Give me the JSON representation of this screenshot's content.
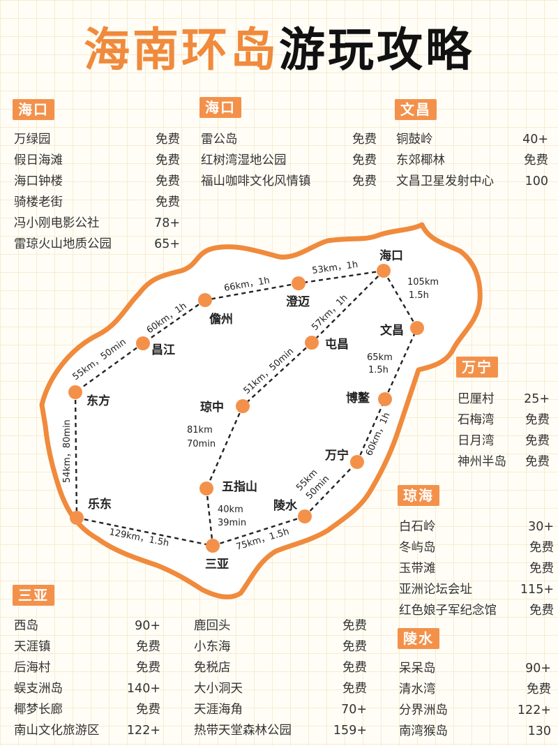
{
  "title": {
    "part1": "海南环岛",
    "part2": "游玩攻略"
  },
  "colors": {
    "accent": "#f3914b",
    "route": "#222222",
    "island_border": "#f08a3c"
  },
  "lists": {
    "haikou1": {
      "tag": "海口",
      "items": [
        {
          "name": "万绿园",
          "price": "免费"
        },
        {
          "name": "假日海滩",
          "price": "免费"
        },
        {
          "name": "海口钟楼",
          "price": "免费"
        },
        {
          "name": "骑楼老街",
          "price": "免费"
        },
        {
          "name": "冯小刚电影公社",
          "price": "78+"
        },
        {
          "name": "雷琼火山地质公园",
          "price": "65+"
        }
      ]
    },
    "haikou2": {
      "tag": "海口",
      "items": [
        {
          "name": "雷公岛",
          "price": "免费"
        },
        {
          "name": "红树湾湿地公园",
          "price": "免费"
        },
        {
          "name": "福山咖啡文化风情镇",
          "price": "免费"
        }
      ]
    },
    "wenchang": {
      "tag": "文昌",
      "items": [
        {
          "name": "铜鼓岭",
          "price": "40+"
        },
        {
          "name": "东郊椰林",
          "price": "免费"
        },
        {
          "name": "文昌卫星发射中心",
          "price": "100"
        }
      ]
    },
    "wanning": {
      "tag": "万宁",
      "items": [
        {
          "name": "巴厘村",
          "price": "25+"
        },
        {
          "name": "石梅湾",
          "price": "免费"
        },
        {
          "name": "日月湾",
          "price": "免费"
        },
        {
          "name": "神州半岛",
          "price": "免费"
        }
      ]
    },
    "qionghai": {
      "tag": "琼海",
      "items": [
        {
          "name": "白石岭",
          "price": "30+"
        },
        {
          "name": "冬屿岛",
          "price": "免费"
        },
        {
          "name": "玉带滩",
          "price": "免费"
        },
        {
          "name": "亚洲论坛会址",
          "price": "115+"
        },
        {
          "name": "红色娘子军纪念馆",
          "price": "免费"
        }
      ]
    },
    "lingshui": {
      "tag": "陵水",
      "items": [
        {
          "name": "呆呆岛",
          "price": "90+"
        },
        {
          "name": "清水湾",
          "price": "免费"
        },
        {
          "name": "分界洲岛",
          "price": "122+"
        },
        {
          "name": "南湾猴岛",
          "price": "130"
        }
      ]
    },
    "sanya1": {
      "tag": "三亚",
      "items": [
        {
          "name": "西岛",
          "price": "90+"
        },
        {
          "name": "天涯镇",
          "price": "免费"
        },
        {
          "name": "后海村",
          "price": "免费"
        },
        {
          "name": "蜈支洲岛",
          "price": "140+"
        },
        {
          "name": "椰梦长廊",
          "price": "免费"
        },
        {
          "name": "南山文化旅游区",
          "price": "122+"
        }
      ]
    },
    "sanya2": {
      "items": [
        {
          "name": "鹿回头",
          "price": "免费"
        },
        {
          "name": "小东海",
          "price": "免费"
        },
        {
          "name": "免税店",
          "price": "免费"
        },
        {
          "name": "大小洞天",
          "price": "免费"
        },
        {
          "name": "天涯海角",
          "price": "70+"
        },
        {
          "name": "热带天堂森林公园",
          "price": "159+"
        }
      ]
    }
  },
  "map": {
    "cities": {
      "haikou": "海口",
      "chengmai": "澄迈",
      "danzhou": "儋州",
      "changjiang": "昌江",
      "dongfang": "东方",
      "ledong": "乐东",
      "sanya": "三亚",
      "lingshui": "陵水",
      "wanning": "万宁",
      "boao": "博鳌",
      "wenchang": "文昌",
      "tunchang": "屯昌",
      "qiongzhong": "琼中",
      "wuzhishan": "五指山"
    },
    "distances": {
      "haikou_chengmai": "53km，1h",
      "chengmai_danzhou": "66km，1h",
      "danzhou_changjiang": "60km，1h",
      "changjiang_dongfang": "55km，50min",
      "dongfang_ledong": "54km，80min",
      "ledong_sanya": "129km，1.5h",
      "sanya_lingshui": "75km，1.5h",
      "lingshui_wanning_a": "55km",
      "lingshui_wanning_b": "50min",
      "wanning_boao": "60km，1h",
      "boao_wenchang_a": "65km",
      "boao_wenchang_b": "1.5h",
      "wenchang_haikou_a": "105km",
      "wenchang_haikou_b": "1.5h",
      "haikou_tunchang": "57km，1h",
      "tunchang_qiongzhong": "51km，50min",
      "qiongzhong_wuzhishan_a": "81km",
      "qiongzhong_wuzhishan_b": "70min",
      "wuzhishan_sanya_a": "40km",
      "wuzhishan_sanya_b": "39min"
    }
  }
}
